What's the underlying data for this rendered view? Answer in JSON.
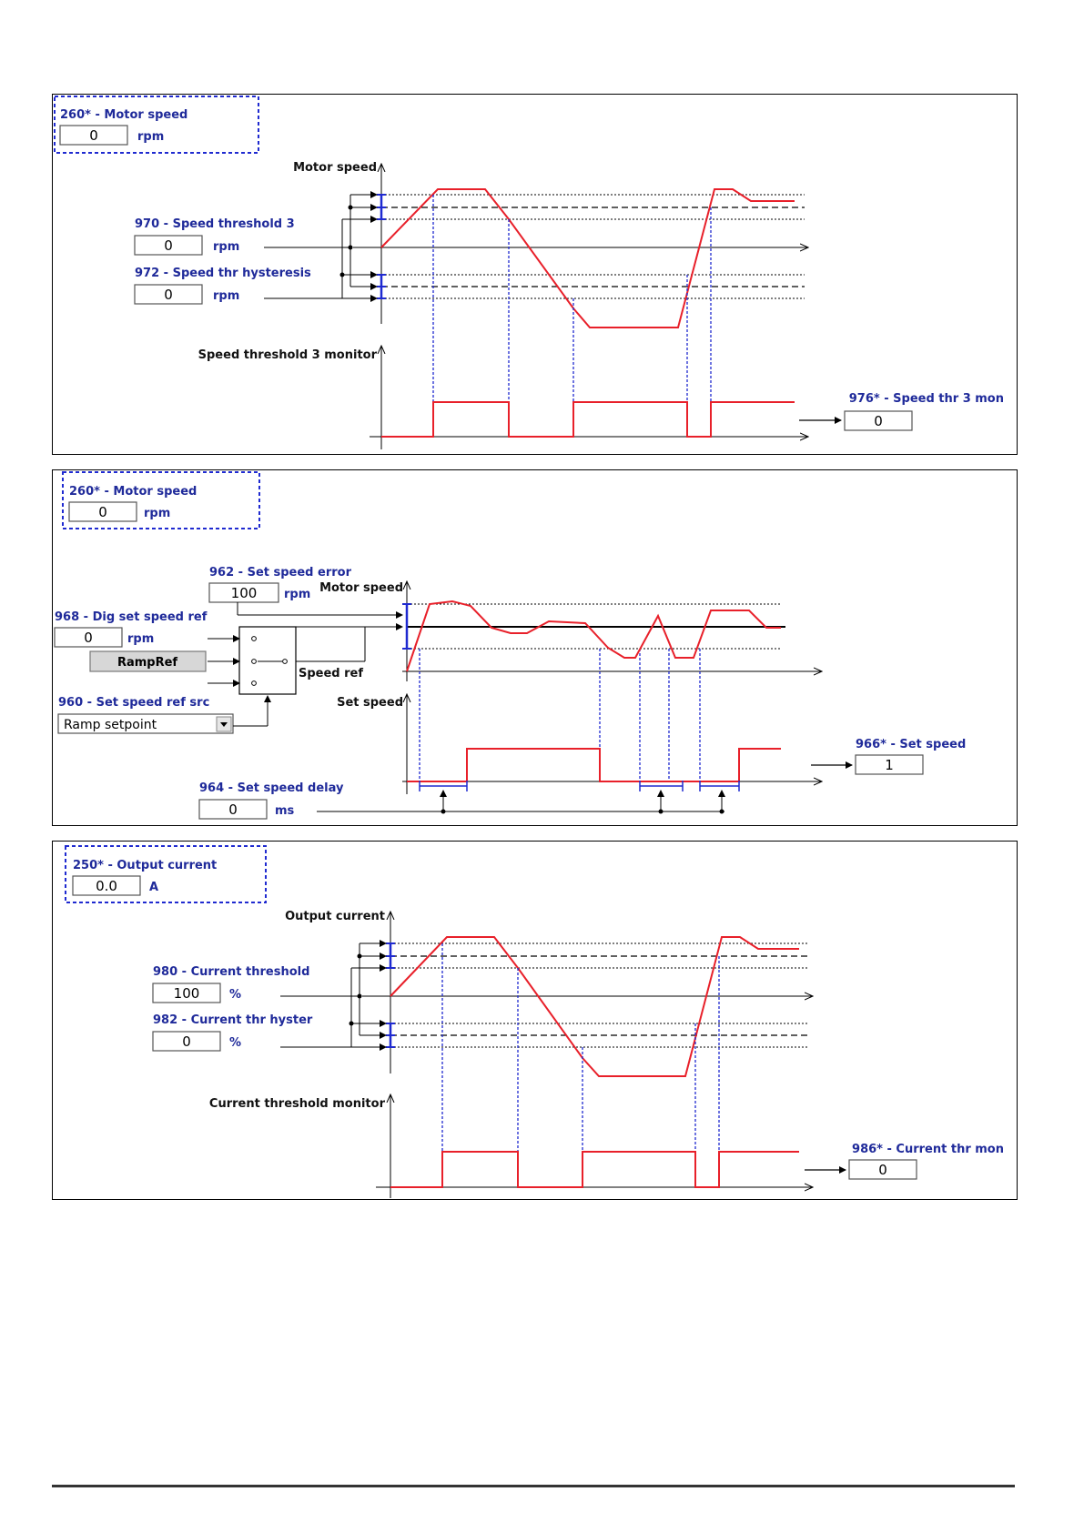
{
  "panel1": {
    "monitor_label": "260* - Motor speed",
    "monitor_value": "0",
    "monitor_unit": "rpm",
    "axis1_label": "Motor speed",
    "param1_label": "970 - Speed threshold 3",
    "param1_value": "0",
    "param1_unit": "rpm",
    "param2_label": "972 - Speed thr hysteresis",
    "param2_value": "0",
    "param2_unit": "rpm",
    "axis2_label": "Speed threshold 3 monitor",
    "output_label": "976* - Speed thr 3 mon",
    "output_value": "0"
  },
  "panel2": {
    "monitor_label": "260* - Motor speed",
    "monitor_value": "0",
    "monitor_unit": "rpm",
    "error_label": "962 - Set speed error",
    "error_value": "100",
    "error_unit": "rpm",
    "axis1_label": "Motor speed",
    "dig_label": "968 - Dig set speed ref",
    "dig_value": "0",
    "dig_unit": "rpm",
    "ramp_button": "RampRef",
    "speed_ref_label": "Speed ref",
    "src_label": "960 - Set speed ref src",
    "src_value": "Ramp setpoint",
    "axis2_label": "Set speed",
    "output_label": "966* - Set speed",
    "output_value": "1",
    "delay_label": "964 - Set speed delay",
    "delay_value": "0",
    "delay_unit": "ms"
  },
  "panel3": {
    "monitor_label": "250* - Output current",
    "monitor_value": "0.0",
    "monitor_unit": "A",
    "axis1_label": "Output current",
    "param1_label": "980 - Current threshold",
    "param1_value": "100",
    "param1_unit": "%",
    "param2_label": "982 - Current thr hyster",
    "param2_value": "0",
    "param2_unit": "%",
    "axis2_label": "Current threshold monitor",
    "output_label": "986* - Current thr mon",
    "output_value": "0"
  },
  "colors": {
    "signal": "#e8202a",
    "accent": "#1f2ad0",
    "label": "#1f2a9a"
  }
}
